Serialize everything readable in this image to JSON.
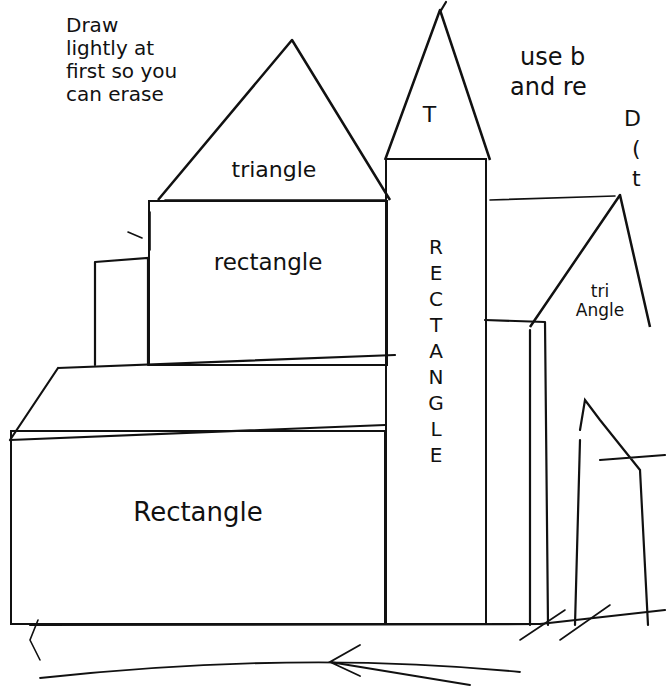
{
  "diagram": {
    "nodes": [
      {
        "text": [
          "triangle"
        ]
      },
      {
        "text": [
          "rectangle"
        ]
      },
      {
        "text": [
          "T"
        ]
      },
      {
        "text": [
          "RECTANGLE"
        ]
      },
      {
        "text": [
          "tri Angle"
        ]
      },
      {
        "text": [
          "Rectangle"
        ]
      }
    ],
    "labels": [
      "Draw lightly at first so you can erase",
      "use b",
      "and re",
      "D",
      "(",
      "t"
    ]
  }
}
